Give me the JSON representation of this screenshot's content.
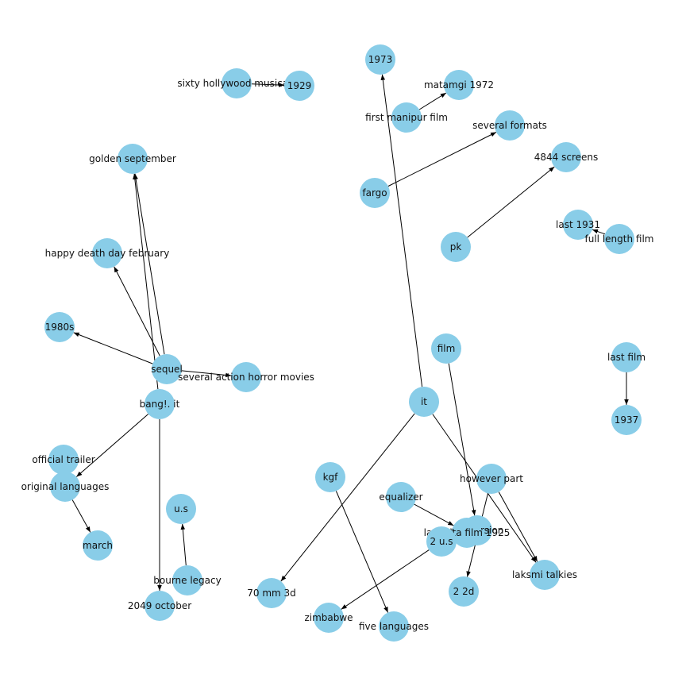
{
  "colors": {
    "node_fill": "#89cde8",
    "edge": "#000000",
    "label": "#111111",
    "background": "#ffffff"
  },
  "nodes": [
    {
      "id": "sixty_hollywood_musicals",
      "label": "sixty hollywood musicals"
    },
    {
      "id": "n1929",
      "label": "1929"
    },
    {
      "id": "n1973",
      "label": "1973"
    },
    {
      "id": "matamgi_1972",
      "label": "matamgi 1972"
    },
    {
      "id": "first_manipur_film",
      "label": "first manipur film"
    },
    {
      "id": "several_formats",
      "label": "several  formats"
    },
    {
      "id": "golden_september",
      "label": "golden  september"
    },
    {
      "id": "screens_4844",
      "label": "4844  screens"
    },
    {
      "id": "fargo",
      "label": "fargo"
    },
    {
      "id": "last_1931",
      "label": "last  1931"
    },
    {
      "id": "full_length_film",
      "label": "full length film"
    },
    {
      "id": "pk",
      "label": "pk"
    },
    {
      "id": "happy_death_day_february",
      "label": "happy death day february"
    },
    {
      "id": "n1980s",
      "label": "1980s"
    },
    {
      "id": "film",
      "label": "film"
    },
    {
      "id": "last_film",
      "label": "last  film"
    },
    {
      "id": "sequel",
      "label": "sequel"
    },
    {
      "id": "several_action_horror_movies",
      "label": "several action horror movies"
    },
    {
      "id": "bang_it",
      "label": "bang!.  it"
    },
    {
      "id": "it",
      "label": "it"
    },
    {
      "id": "n1937",
      "label": "1937"
    },
    {
      "id": "official_trailer",
      "label": "official  trailer"
    },
    {
      "id": "original_languages",
      "label": "original  languages"
    },
    {
      "id": "kgf",
      "label": "kgf"
    },
    {
      "id": "however_part",
      "label": "however  part"
    },
    {
      "id": "u_s",
      "label": "u.s"
    },
    {
      "id": "equalizer",
      "label": "equalizer"
    },
    {
      "id": "cut_version",
      "label": "cut version"
    },
    {
      "id": "last_vita_film_1925",
      "label": "last vita film 1925"
    },
    {
      "id": "two_u_s",
      "label": "2  u.s"
    },
    {
      "id": "march",
      "label": "march"
    },
    {
      "id": "bourne_legacy",
      "label": "bourne  legacy"
    },
    {
      "id": "laksmi_talkies",
      "label": "laksmi talkies"
    },
    {
      "id": "mm_70_3d",
      "label": "70 mm 3d"
    },
    {
      "id": "two_2d",
      "label": "2  2d"
    },
    {
      "id": "october_2049",
      "label": "2049  october"
    },
    {
      "id": "zimbabwe",
      "label": "zimbabwe"
    },
    {
      "id": "five_languages",
      "label": "five  languages"
    }
  ],
  "edges": [
    {
      "source": "sixty_hollywood_musicals",
      "target": "n1929"
    },
    {
      "source": "first_manipur_film",
      "target": "matamgi_1972"
    },
    {
      "source": "fargo",
      "target": "several_formats"
    },
    {
      "source": "pk",
      "target": "screens_4844"
    },
    {
      "source": "full_length_film",
      "target": "last_1931"
    },
    {
      "source": "last_film",
      "target": "n1937"
    },
    {
      "source": "sequel",
      "target": "golden_september"
    },
    {
      "source": "sequel",
      "target": "happy_death_day_february"
    },
    {
      "source": "sequel",
      "target": "n1980s"
    },
    {
      "source": "sequel",
      "target": "several_action_horror_movies"
    },
    {
      "source": "bang_it",
      "target": "golden_september"
    },
    {
      "source": "bang_it",
      "target": "original_languages"
    },
    {
      "source": "bang_it",
      "target": "october_2049"
    },
    {
      "source": "original_languages",
      "target": "march"
    },
    {
      "source": "bourne_legacy",
      "target": "u_s"
    },
    {
      "source": "it",
      "target": "n1973"
    },
    {
      "source": "it",
      "target": "mm_70_3d"
    },
    {
      "source": "it",
      "target": "laksmi_talkies"
    },
    {
      "source": "film",
      "target": "cut_version"
    },
    {
      "source": "kgf",
      "target": "five_languages"
    },
    {
      "source": "equalizer",
      "target": "last_vita_film_1925"
    },
    {
      "source": "however_part",
      "target": "laksmi_talkies"
    },
    {
      "source": "however_part",
      "target": "two_2d"
    },
    {
      "source": "two_u_s",
      "target": "zimbabwe"
    }
  ]
}
